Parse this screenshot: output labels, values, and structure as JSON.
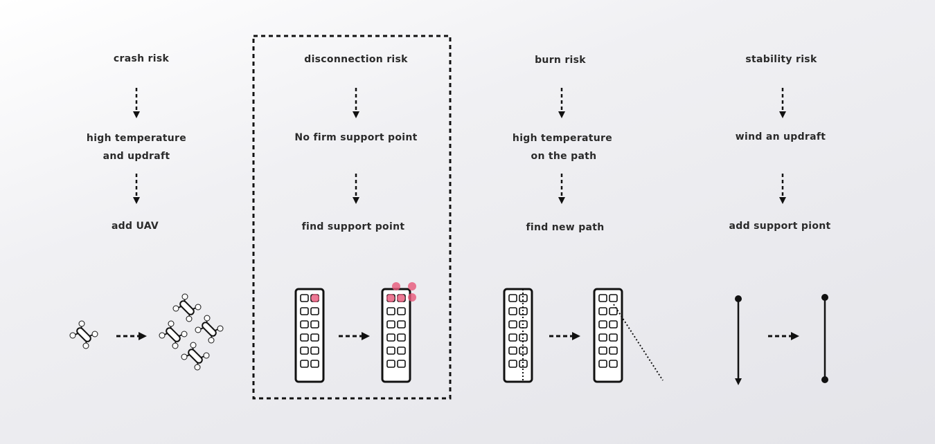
{
  "columns": [
    {
      "title": "crash risk",
      "cause_line1": "high temperature",
      "cause_line2": "and updraft",
      "action": "add UAV"
    },
    {
      "title": "disconnection risk",
      "cause_line1": "No firm support point",
      "action": "find support point"
    },
    {
      "title": "burn risk",
      "cause_line1": "high temperature",
      "cause_line2": "on the path",
      "action": "find new path"
    },
    {
      "title": "stability risk",
      "cause_line1": "wind an updraft",
      "action": "add support piont"
    }
  ],
  "colors": {
    "highlight": "#e8587a",
    "ink": "#111111"
  }
}
